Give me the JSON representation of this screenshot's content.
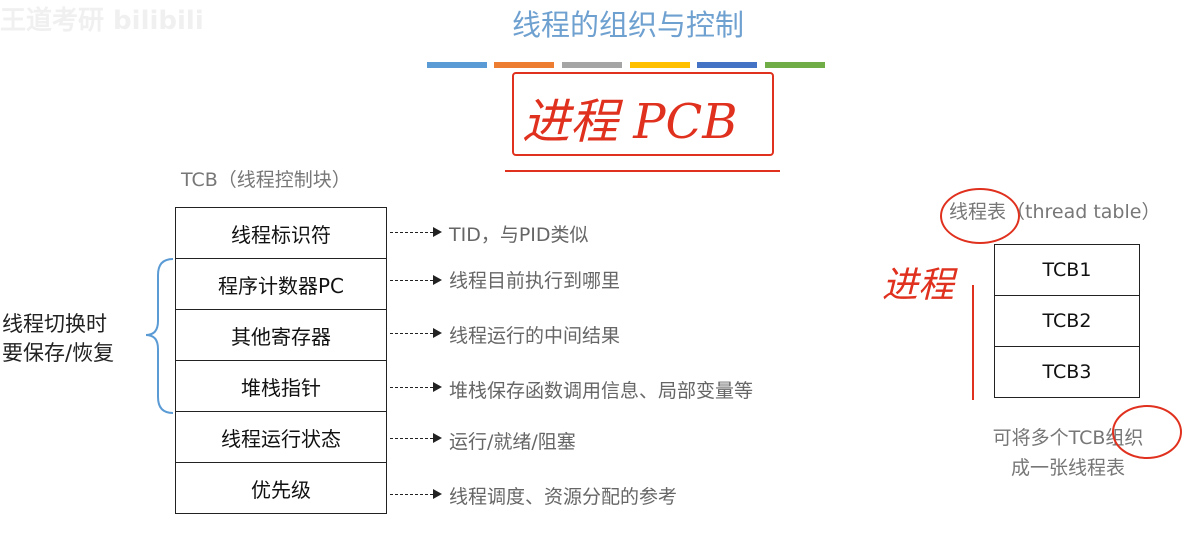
{
  "watermark": "王道考研 bilibili",
  "title": "线程的组织与控制",
  "title_bar_colors": [
    "#5b9bd5",
    "#ed7d31",
    "#a5a5a5",
    "#ffc000",
    "#4472c4",
    "#70ad47"
  ],
  "tcb_heading": "TCB（线程控制块）",
  "tcb_rows": [
    {
      "field": "线程标识符",
      "desc": "TID，与PID类似"
    },
    {
      "field": "程序计数器PC",
      "desc": "线程目前执行到哪里"
    },
    {
      "field": "其他寄存器",
      "desc": "线程运行的中间结果"
    },
    {
      "field": "堆栈指针",
      "desc": "堆栈保存函数调用信息、局部变量等"
    },
    {
      "field": "线程运行状态",
      "desc": "运行/就绪/阻塞"
    },
    {
      "field": "优先级",
      "desc": "线程调度、资源分配的参考"
    }
  ],
  "brace_note": {
    "line1": "线程切换时",
    "line2": "要保存/恢复"
  },
  "thread_table": {
    "label": "线程表（thread table）",
    "rows": [
      "TCB1",
      "TCB2",
      "TCB3"
    ],
    "note1": "可将多个TCB组织",
    "note2": "成一张线程表"
  },
  "handwriting": {
    "top": "进程 PCB",
    "side": "进程"
  }
}
